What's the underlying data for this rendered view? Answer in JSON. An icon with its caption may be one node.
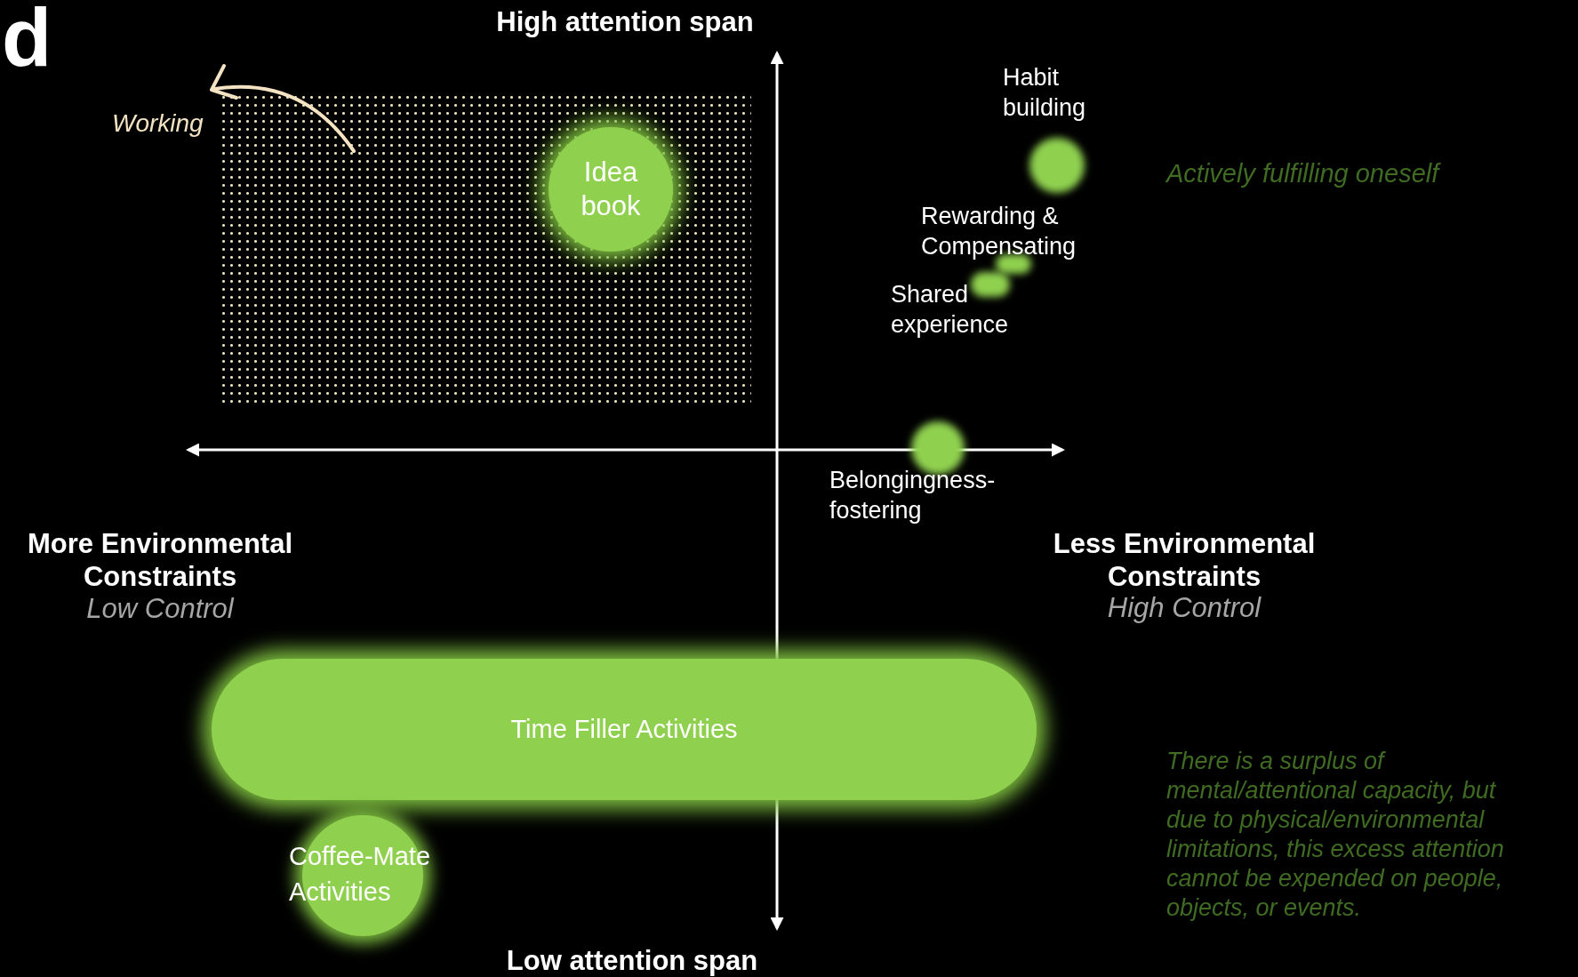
{
  "diagram": {
    "nodes": [
      {
        "text": [],
        "shape": "box"
      },
      {
        "text": [
          "Idea book"
        ],
        "in": 0
      },
      {
        "text": [
          "Habit building"
        ]
      },
      {
        "text": [
          "Rewarding & Compensating"
        ]
      },
      {
        "text": [
          "Shared experience"
        ]
      },
      {
        "text": [
          "Belongingness-fostering"
        ]
      },
      {
        "text": [
          "Time Filler Activities"
        ]
      },
      {
        "text": [
          "Coffee-Mate Activities"
        ]
      }
    ],
    "labels": [
      "d",
      "High attention span",
      "Working",
      "Actively fulfilling oneself",
      "More Environmental Constraints",
      "Low Control",
      "Less Environmental Constraints",
      "High Control",
      "There is a surplus of mental/attentional capacity, but due to physical/environmental limitations, this excess attention cannot be expended on people, objects, or events.",
      "Low attention span"
    ]
  }
}
